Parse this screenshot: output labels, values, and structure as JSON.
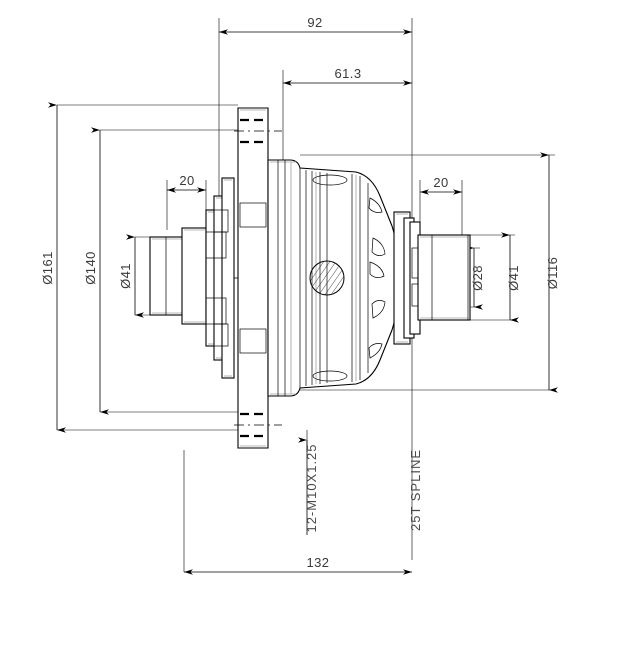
{
  "drawing": {
    "title": "Mechanical Differential Assembly Side View",
    "type": "engineering-dimension-drawing",
    "units": "mm",
    "background_color": "#ffffff",
    "line_color": "#000000",
    "text_color": "#3a3a3a"
  },
  "dimensions": {
    "top_overall": {
      "label": "92",
      "value": 92,
      "orientation": "horizontal",
      "position": "top"
    },
    "top_inner": {
      "label": "61.3",
      "value": 61.3,
      "orientation": "horizontal",
      "position": "top"
    },
    "left_step": {
      "label": "20",
      "value": 20,
      "orientation": "horizontal",
      "position": "upper-left"
    },
    "right_step": {
      "label": "20",
      "value": 20,
      "orientation": "horizontal",
      "position": "upper-right"
    },
    "left_outer_dia": {
      "label": "Ø161",
      "value": 161,
      "orientation": "vertical",
      "position": "far-left"
    },
    "left_mid_dia": {
      "label": "Ø140",
      "value": 140,
      "orientation": "vertical",
      "position": "left"
    },
    "left_shaft_dia": {
      "label": "Ø41",
      "value": 41,
      "orientation": "vertical",
      "position": "inner-left"
    },
    "right_bore_dia": {
      "label": "Ø28",
      "value": 28,
      "orientation": "vertical",
      "position": "inner-right"
    },
    "right_shaft_dia": {
      "label": "Ø41",
      "value": 41,
      "orientation": "vertical",
      "position": "right"
    },
    "right_outer_dia": {
      "label": "Ø116",
      "value": 116,
      "orientation": "vertical",
      "position": "far-right"
    },
    "bottom_overall": {
      "label": "132",
      "value": 132,
      "orientation": "horizontal",
      "position": "bottom"
    }
  },
  "annotations": {
    "thread_note": {
      "label": "12-M10X1.25",
      "orientation": "vertical",
      "description": "twelve M10 by 1.25 pitch threaded holes"
    },
    "spline_note": {
      "label": "25T SPLINE",
      "orientation": "vertical",
      "description": "25 tooth spline"
    }
  }
}
